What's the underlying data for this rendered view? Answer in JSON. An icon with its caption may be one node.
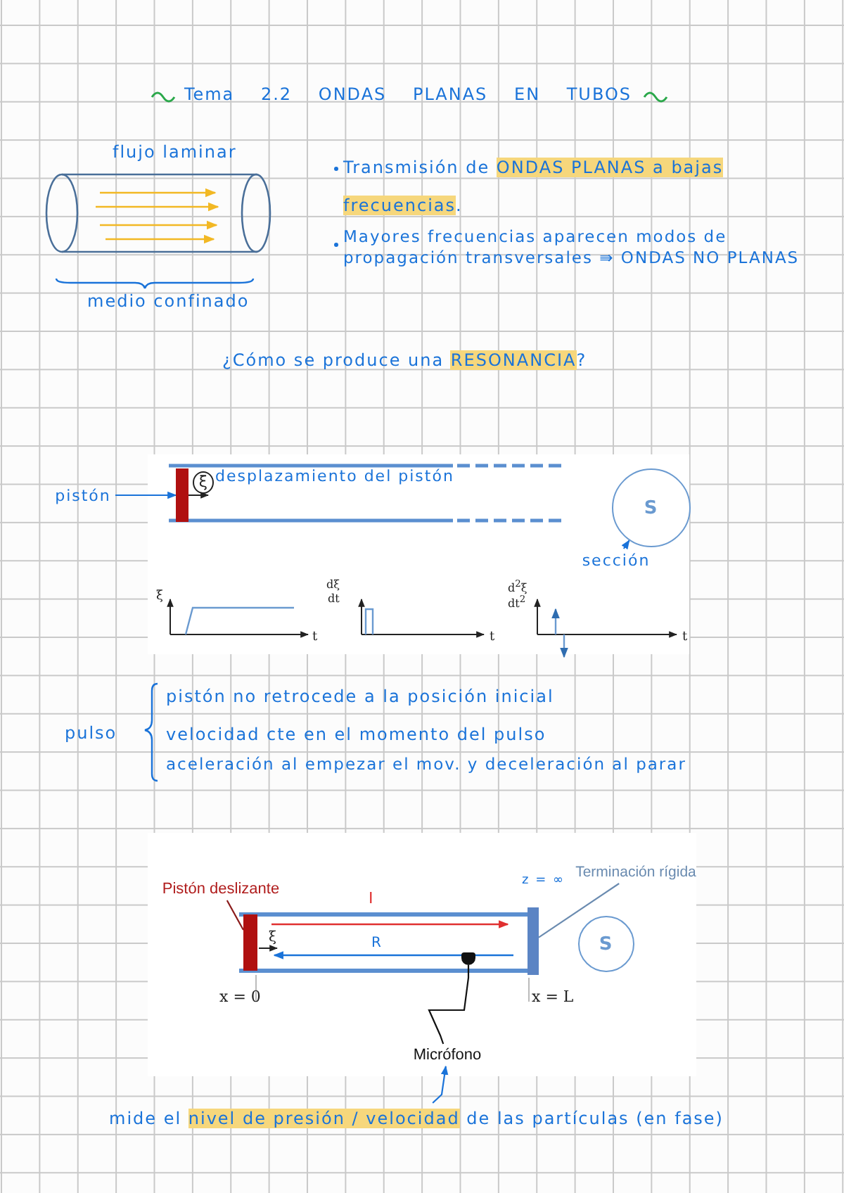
{
  "diagram": {
    "title": "Tema 2.2 ONDAS PLANAS EN TUBOS",
    "nodes": [
      {
        "text": [
          "pistón"
        ]
      },
      {
        "text": [],
        "shape": "bar"
      },
      {
        "text": [
          "S"
        ]
      },
      {
        "text": [
          "sección"
        ]
      },
      {
        "text": [
          "Pistón deslizante"
        ]
      },
      {
        "text": [],
        "shape": "bar"
      },
      {
        "text": [
          "Terminación rígida"
        ]
      },
      {
        "text": [],
        "shape": "bar"
      },
      {
        "text": [
          "S"
        ]
      },
      {
        "text": [],
        "shape": "box"
      },
      {
        "text": [
          "Micrófono"
        ]
      },
      {
        "text": [
          "mide el **nivel de presión / velocidad** de las partículas (en fase)"
        ]
      }
    ],
    "edges": [
      {
        "from": 0,
        "to": 1,
        "arrow": "to"
      },
      {
        "from": 3,
        "to": 2,
        "arrow": "to"
      },
      {
        "from": 4,
        "to": 5,
        "arrow": "none",
        "color": "#8a1a1a"
      },
      {
        "from": 6,
        "to": 7,
        "arrow": "none",
        "color": "#6a8bb0"
      },
      {
        "from": 10,
        "to": 9,
        "arrow": "none",
        "color": "#111111"
      },
      {
        "from": 11,
        "to": 10,
        "arrow": "to"
      }
    ],
    "labels": [
      "flujo laminar",
      "Transmisión de **ONDAS PLANAS a bajas frecuencias**.",
      "medio confinado",
      "Mayores frecuencias aparecen modos de propagación transversales ⇛ ONDAS NO PLANAS",
      "¿Cómo se produce una **RESONANCIA**?",
      "ξ",
      "desplazamiento del pistón",
      "ξ",
      "t",
      "dξ",
      "dt",
      "t",
      "d$^{2}$ξ",
      "dt$^{2}$",
      "t",
      "pulso",
      "pistón no retrocede a la posición inicial",
      "velocidad cte en el momento del pulso",
      "aceleración al empezar el mov. y deceleración al parar",
      "z = ∞",
      "I",
      "ξ",
      "R",
      "x = 0",
      "x = L"
    ]
  }
}
